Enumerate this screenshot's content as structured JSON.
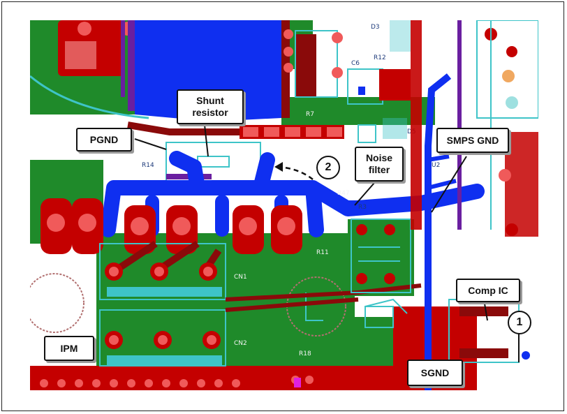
{
  "callouts": {
    "pgnd": "PGND",
    "shunt_line1": "Shunt",
    "shunt_line2": "resistor",
    "noise_line1": "Noise",
    "noise_line2": "filter",
    "smps_gnd": "SMPS GND",
    "comp_ic": "Comp IC",
    "ipm": "IPM",
    "sgnd": "SGND"
  },
  "markers": {
    "one": "1",
    "two": "2"
  },
  "silkscreen": {
    "r14": "R14",
    "r7": "R7",
    "r47": "R47",
    "r3": "R3",
    "r11": "R11",
    "r18": "R18",
    "cn1": "CN1",
    "cn2": "CN2",
    "d5": "D5",
    "d3": "D3",
    "c6": "C6",
    "r12": "R12",
    "u2": "U2"
  },
  "colors": {
    "copper_top": "#c40000",
    "copper_bottom": "#1f8a2a",
    "ground_pour": "#0f2ff0",
    "silkscreen_outline": "#3ec4c8",
    "dark_trace": "#8a0a0a",
    "pad": "#f05a5a"
  }
}
